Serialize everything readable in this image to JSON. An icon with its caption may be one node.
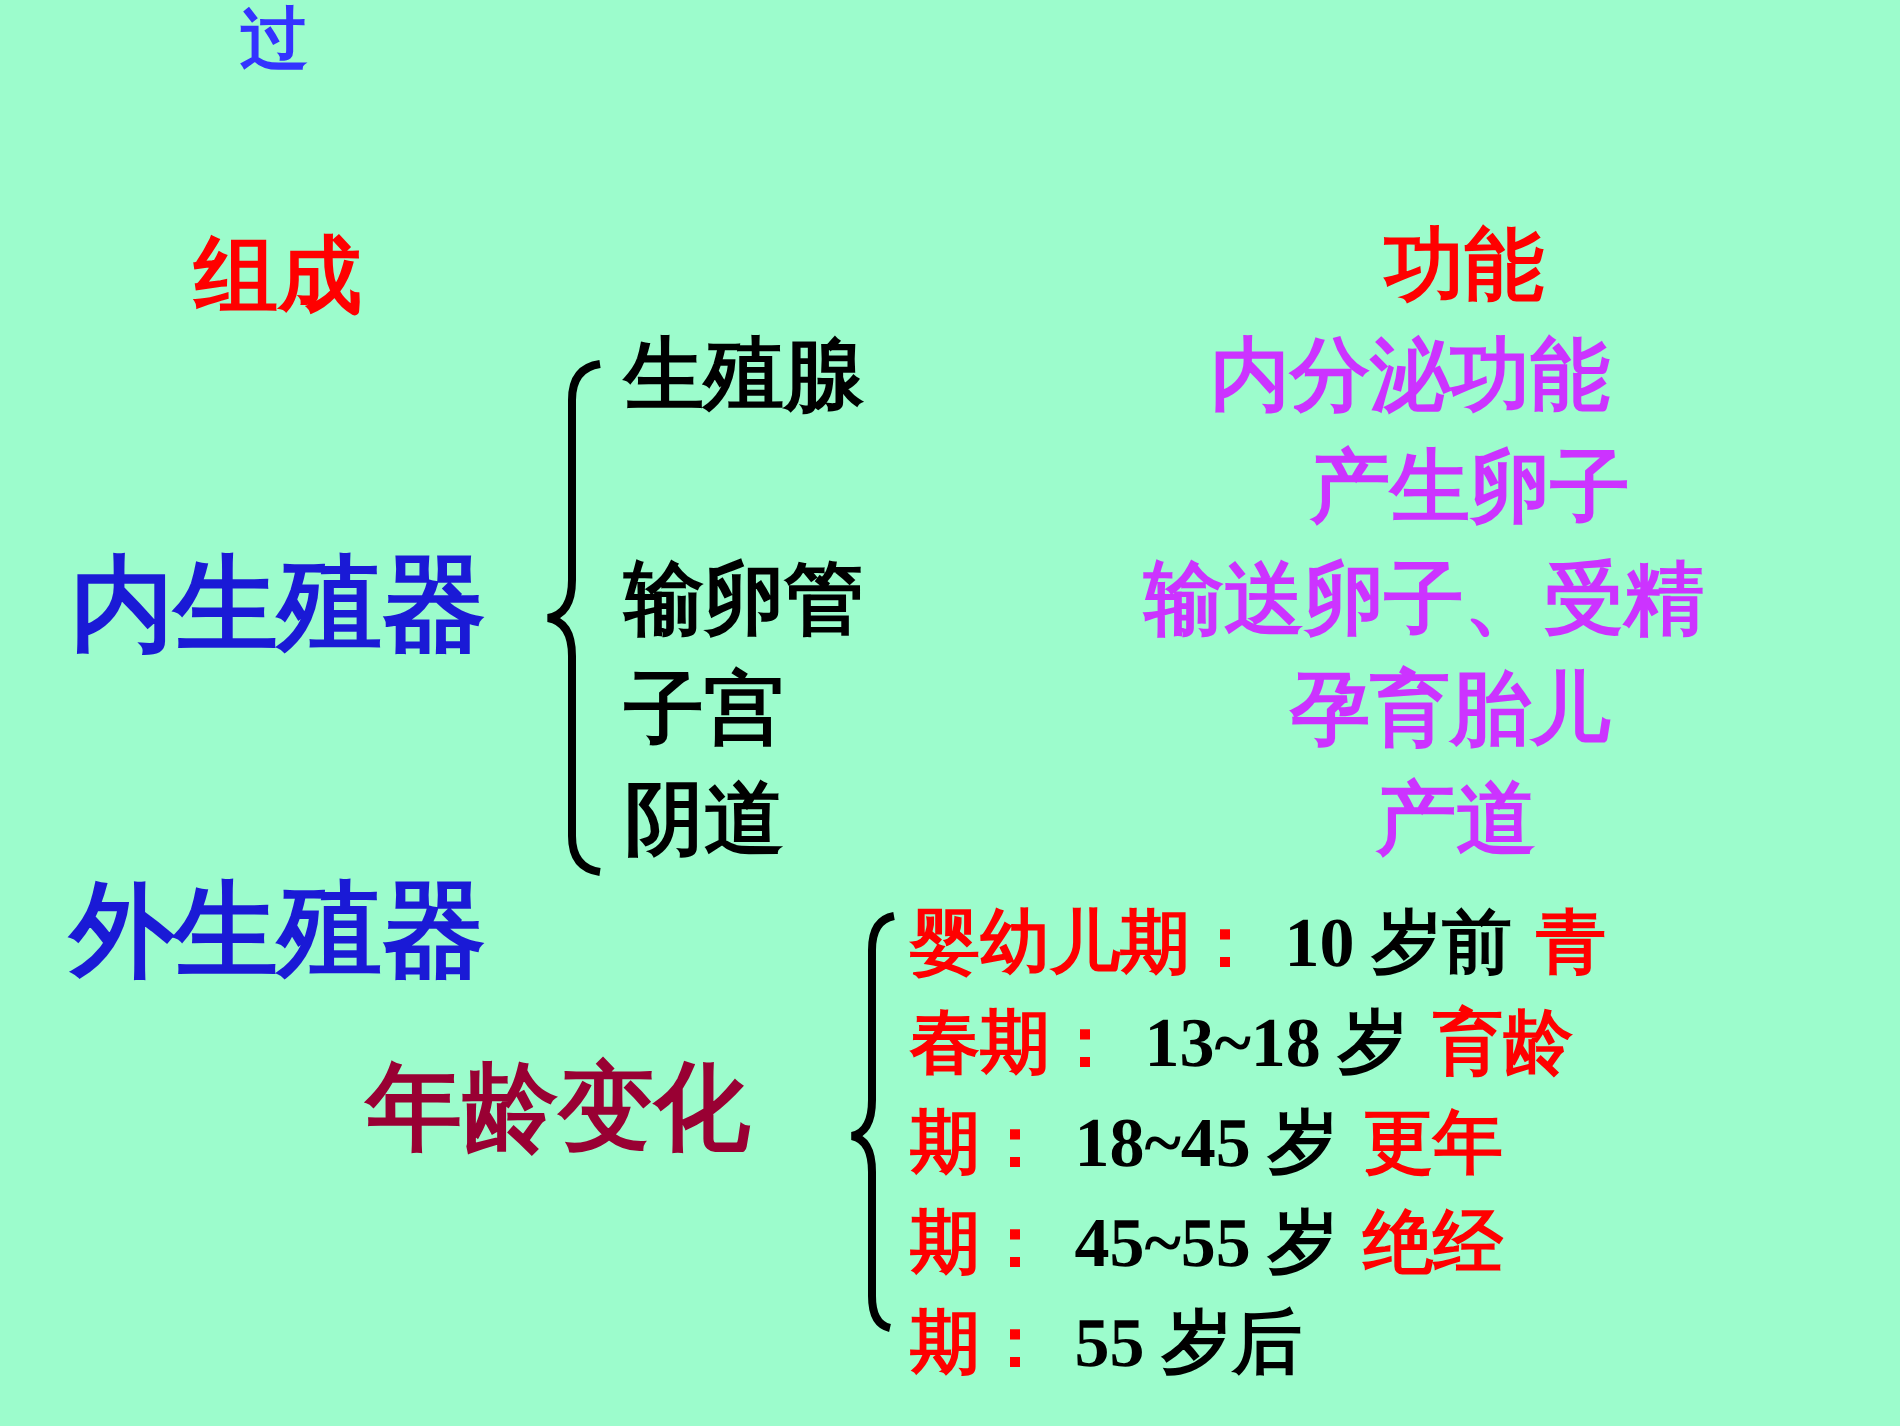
{
  "diagram": {
    "labels": [
      "过",
      "组成",
      "功能",
      "生殖腺",
      "内分泌功能",
      "产生卵子",
      "内生殖器",
      "输卵管",
      "输送卵子、受精",
      "子宫",
      "孕育胎儿",
      "阴道",
      "产道",
      "外生殖器",
      "年龄变化",
      "婴幼儿期：",
      "10 岁前",
      "青春期：",
      "13~18 岁",
      "育龄期：",
      "18~45 岁",
      "更年期：",
      "45~55 岁",
      "绝经期：",
      "55 岁后"
    ]
  }
}
